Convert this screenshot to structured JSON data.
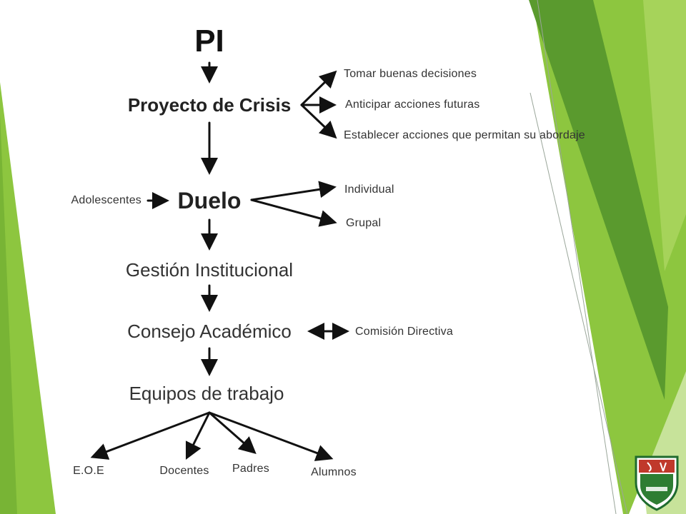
{
  "diagram": {
    "root": "PI",
    "crisis": "Proyecto de Crisis",
    "crisis_branches": [
      "Tomar buenas decisiones",
      "Anticipar acciones futuras",
      "Establecer acciones que permitan su abordaje"
    ],
    "duelo": "Duelo",
    "duelo_input": "Adolescentes",
    "duelo_branches": [
      "Individual",
      "Grupal"
    ],
    "gestion": "Gestión Institucional",
    "consejo": "Consejo Académico",
    "consejo_link": "Comisión Directiva",
    "equipos": "Equipos de trabajo",
    "equipos_branches": [
      "E.O.E",
      "Docentes",
      "Padres",
      "Alumnos"
    ]
  },
  "theme": {
    "accent_green": "#8dc63f",
    "dark_green": "#5a9a2e",
    "light_green": "#c7e39a",
    "text": "#222222"
  },
  "logo_icon": "school-crest-icon"
}
